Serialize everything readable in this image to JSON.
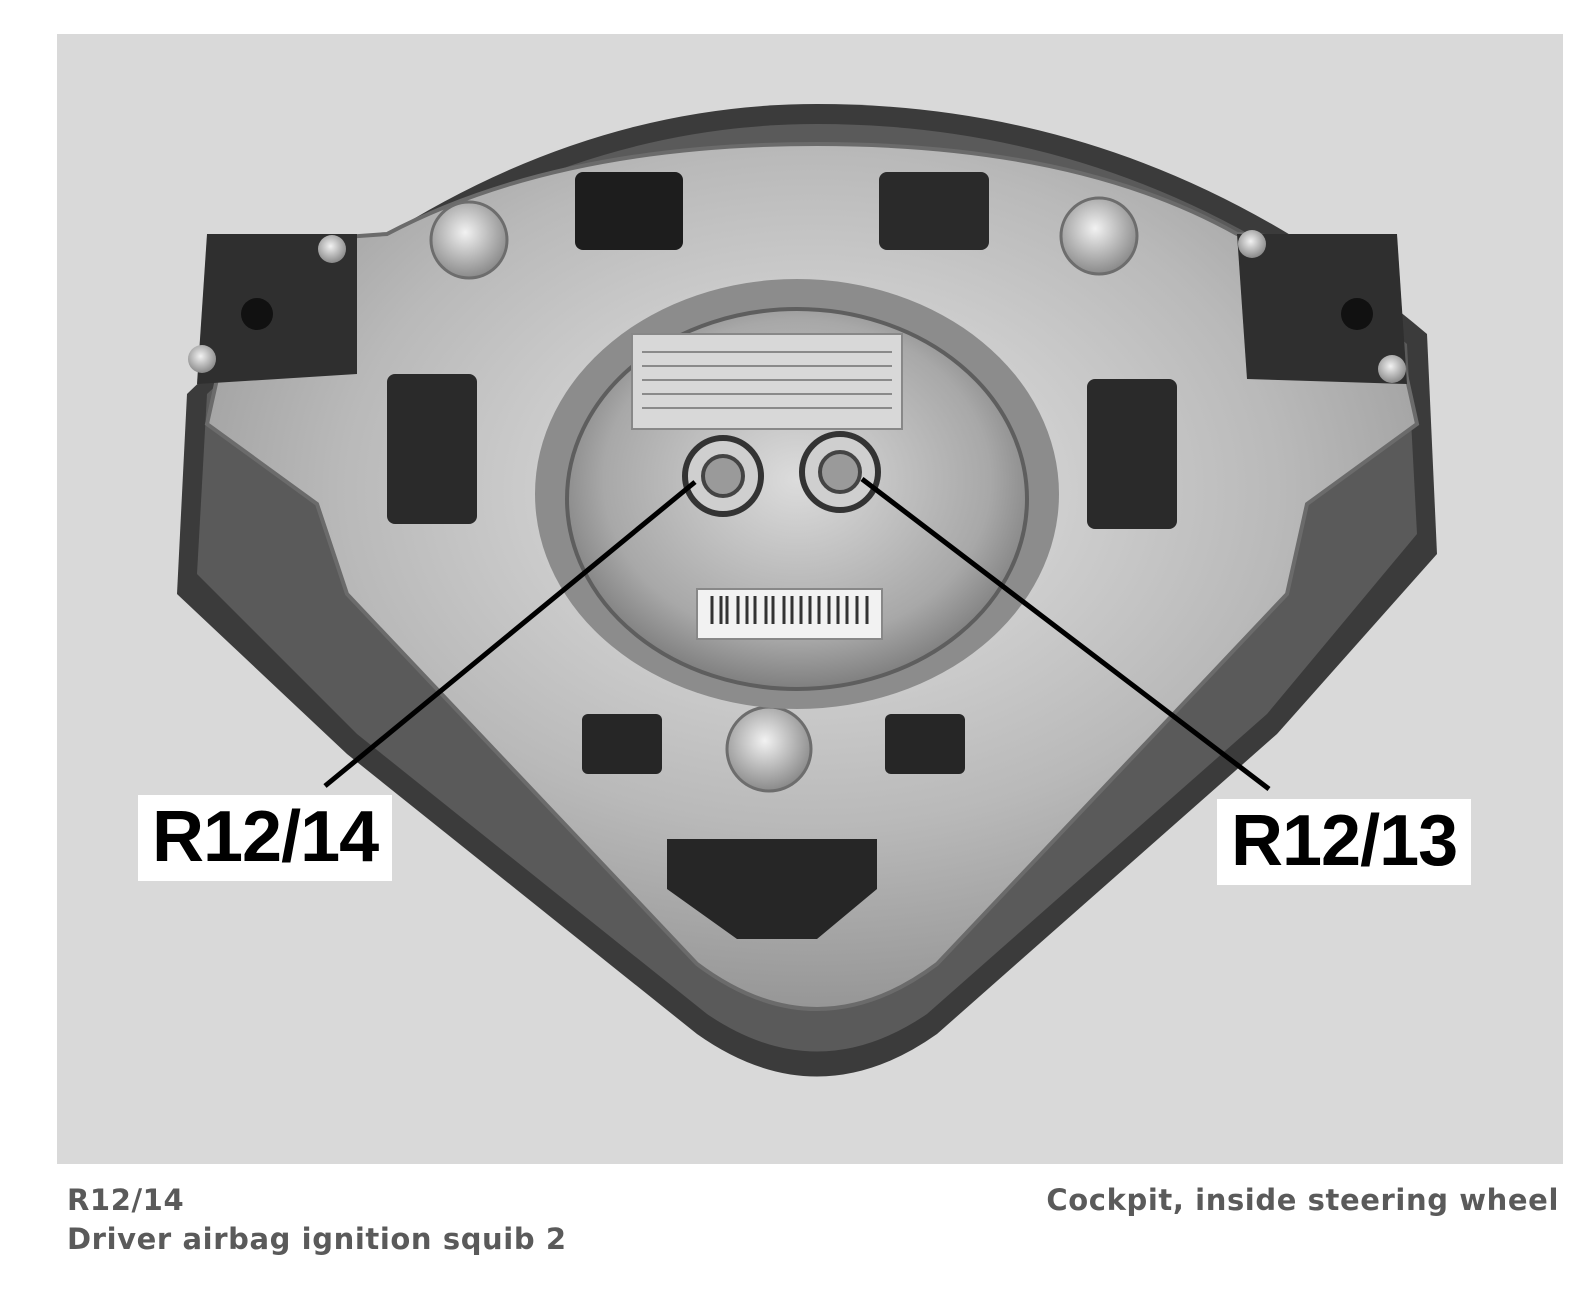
{
  "figure": {
    "labels": {
      "left": "R12/14",
      "right": "R12/13"
    }
  },
  "caption": {
    "component_code": "R12/14",
    "component_description": "Driver airbag ignition squib 2",
    "location": "Cockpit, inside steering wheel"
  },
  "colors": {
    "background": "#d9d9d9",
    "caption_text": "#5a5a5a",
    "callout_text": "#000000"
  }
}
